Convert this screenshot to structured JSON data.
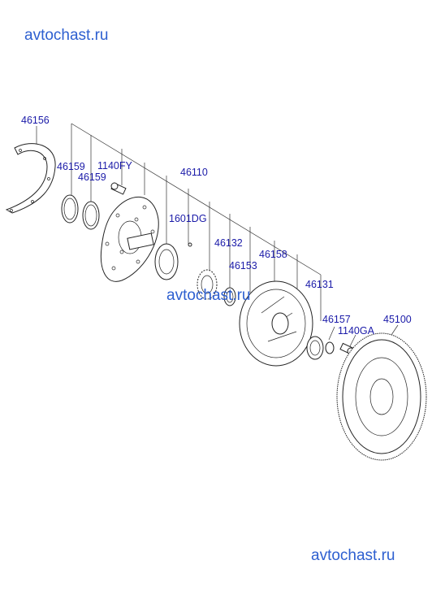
{
  "watermarks": {
    "top": "avtochast.ru",
    "middle": "avtochast.ru",
    "bottom": "avtochast.ru"
  },
  "labels": {
    "l46156": "46156",
    "l46159a": "46159",
    "l46159b": "46159",
    "l1140FY": "1140FY",
    "l46110": "46110",
    "l1601DG": "1601DG",
    "l46132": "46132",
    "l46153": "46153",
    "l46158": "46158",
    "l46131": "46131",
    "l46157": "46157",
    "l1140GA": "1140GA",
    "l45100": "45100"
  }
}
